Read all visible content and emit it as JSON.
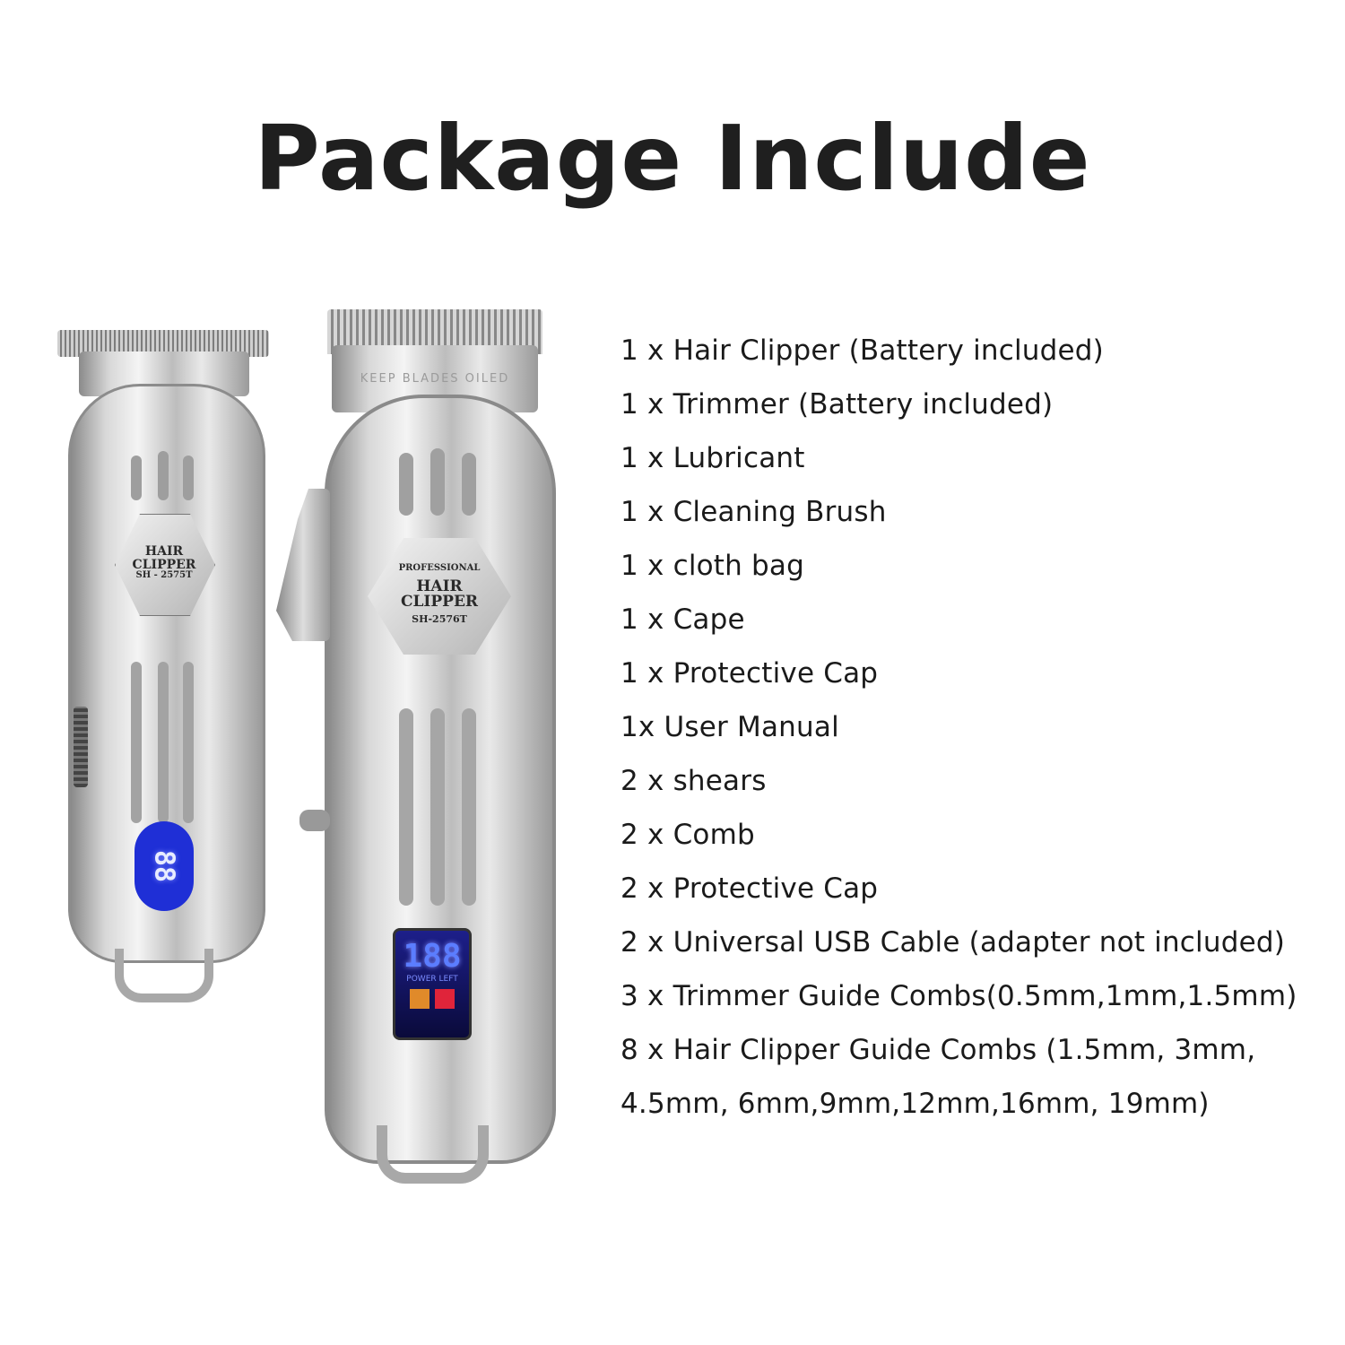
{
  "title": "Package Include",
  "items": [
    "1 x Hair Clipper (Battery included)",
    "1 x Trimmer (Battery included)",
    "1 x Lubricant",
    "1 x Cleaning Brush",
    "1 x cloth bag",
    "1 x Cape",
    "1 x Protective Cap",
    "1x User Manual",
    "2 x shears",
    "2 x Comb",
    "2 x Protective Cap",
    "2 x Universal USB Cable (adapter not included)",
    "3 x Trimmer Guide Combs(0.5mm,1mm,1.5mm)",
    "8 x Hair Clipper Guide Combs (1.5mm, 3mm,",
    "4.5mm, 6mm,9mm,12mm,16mm, 19mm)"
  ],
  "trimmer": {
    "badge_line1": "HAIR",
    "badge_line2": "CLIPPER",
    "model": "SH - 2575T",
    "display": "88"
  },
  "clipper": {
    "blade_text": "KEEP BLADES OILED",
    "badge_top": "PROFESSIONAL",
    "badge_line1": "HAIR",
    "badge_line2": "CLIPPER",
    "model": "SH-2576T",
    "display": "188",
    "power_label": "POWER LEFT"
  },
  "colors": {
    "lcd_blue": "#1f2fd6",
    "oil_icon": "#e08a2a",
    "plug_icon": "#e0243a"
  }
}
